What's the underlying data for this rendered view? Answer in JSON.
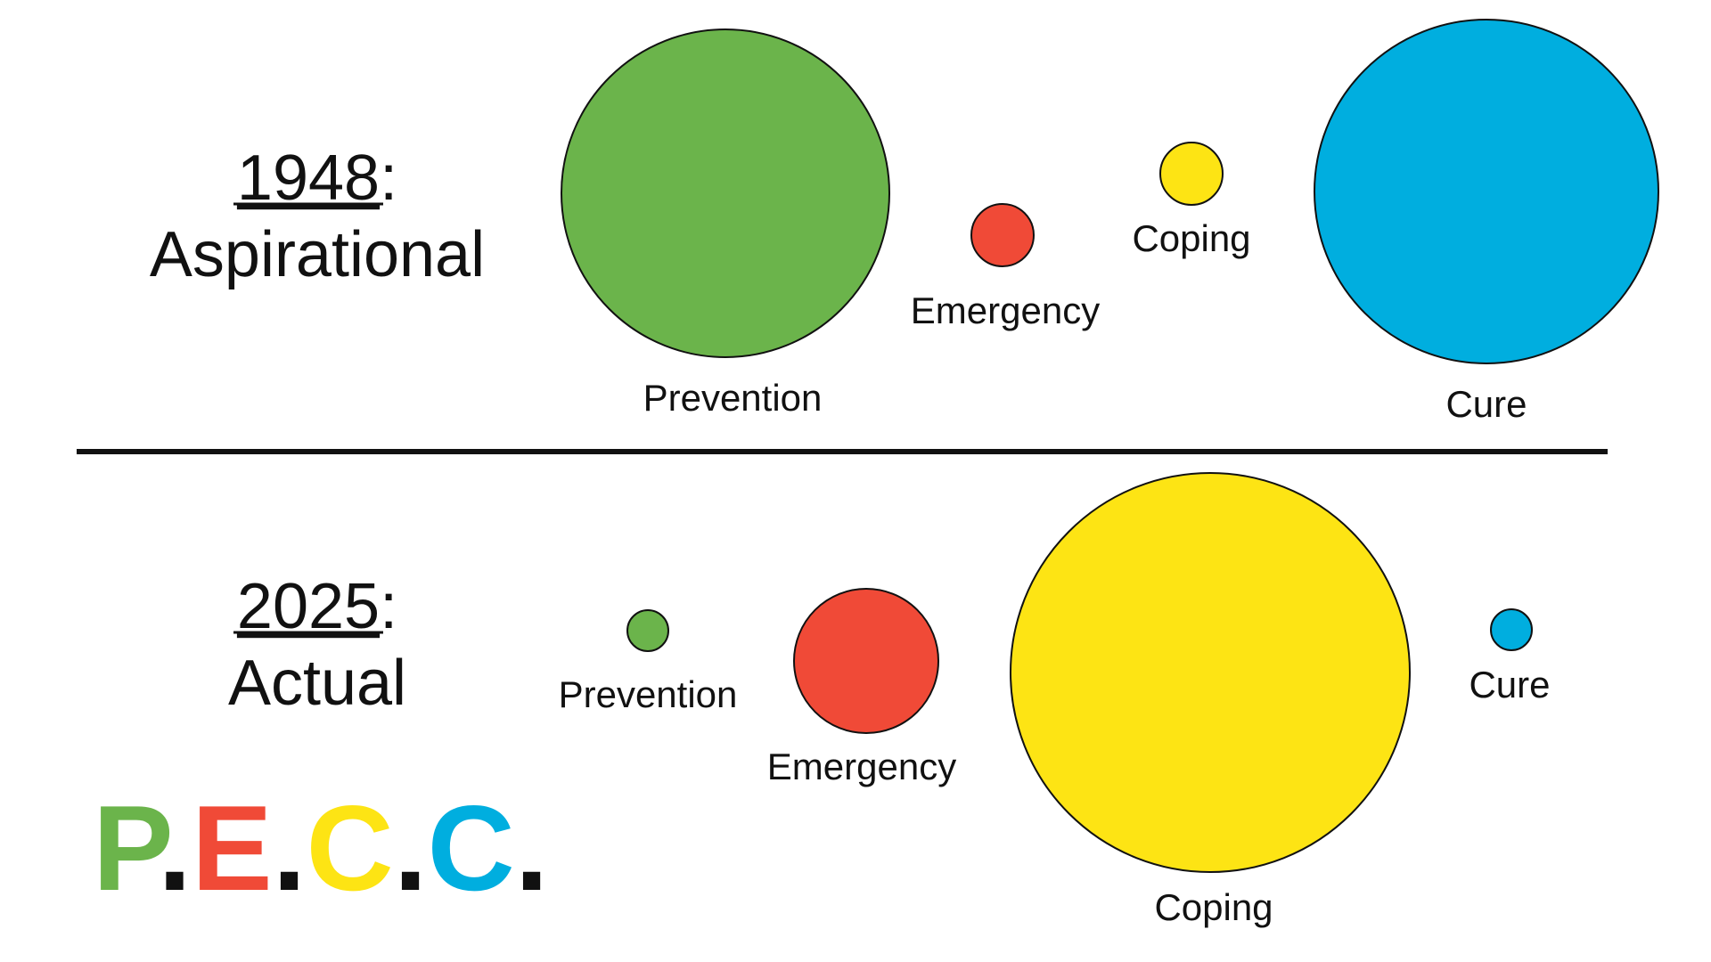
{
  "colors": {
    "prevention": "#6BB44B",
    "emergency": "#F04A37",
    "coping": "#FDE414",
    "cure": "#00AEDF",
    "dot": "#111111"
  },
  "top": {
    "year": "1948",
    "colon": ":",
    "subtitle": "Aspirational",
    "labels": {
      "prevention": "Prevention",
      "emergency": "Emergency",
      "coping": "Coping",
      "cure": "Cure"
    }
  },
  "bottom": {
    "year": "2025",
    "colon": ":",
    "subtitle": "Actual",
    "labels": {
      "prevention": "Prevention",
      "emergency": "Emergency",
      "coping": "Coping",
      "cure": "Cure"
    }
  },
  "logo": {
    "p": "P",
    "e": "E",
    "c1": "C",
    "c2": "C",
    "dot": "."
  }
}
